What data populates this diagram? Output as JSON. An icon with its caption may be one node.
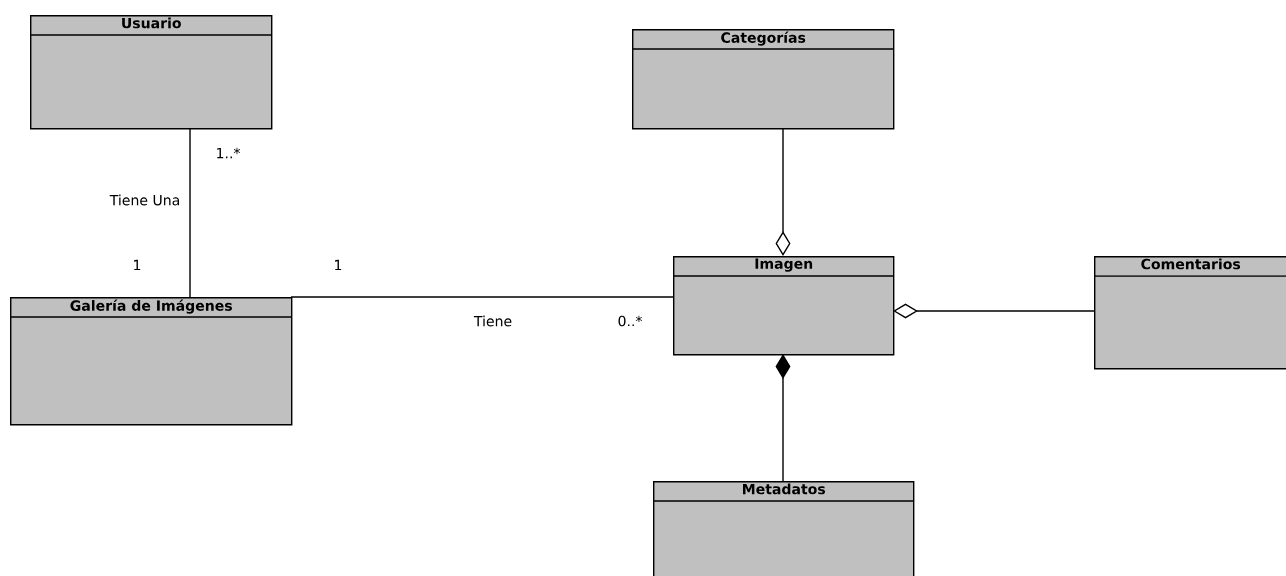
{
  "diagram": {
    "nodes": [
      {
        "text": [
          "Usuario"
        ]
      },
      {
        "text": [
          "Categorías"
        ]
      },
      {
        "text": [
          "Galería de Imágenes"
        ]
      },
      {
        "text": [
          "Imagen"
        ]
      },
      {
        "text": [
          "Comentarios"
        ]
      },
      {
        "text": [
          "Metadatos"
        ]
      }
    ],
    "edges": [
      {
        "from": 0,
        "to": 2,
        "arrow": "none",
        "label": "Tiene Una"
      },
      {
        "from": 2,
        "to": 3,
        "arrow": "none",
        "label": "Tiene"
      },
      {
        "from": 1,
        "to": 3,
        "arrow": "other"
      },
      {
        "from": 4,
        "to": 3,
        "arrow": "other"
      },
      {
        "from": 5,
        "to": 3,
        "arrow": "other"
      }
    ],
    "labels": [
      "1..*",
      "1",
      "1",
      "0..*"
    ]
  }
}
